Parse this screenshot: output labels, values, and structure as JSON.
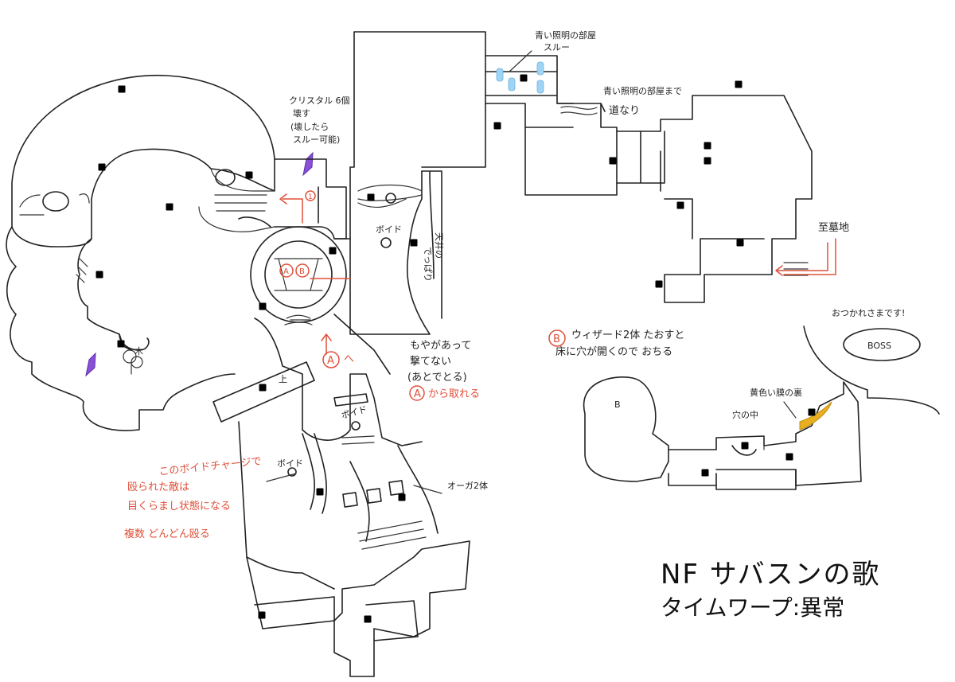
{
  "title": "NF サバスンの歌",
  "subtitle": "タイムワープ:異常",
  "colors": {
    "ink": "#222222",
    "annotation": "#e0503a",
    "marker": "#2a8fe0",
    "crystal": "#8a4fd8",
    "gold": "#e8b020",
    "light": "#9fd4f5"
  },
  "labels": {
    "blue_room": "青い照明の部屋",
    "through": "スルー",
    "follow_road": "青い照明の部屋まで",
    "follow_road2": "道なり",
    "crystal_1": "クリスタル 6個",
    "crystal_2": "壊す",
    "crystal_3": "(壊したら",
    "crystal_4": "スルー可能)",
    "ceiling_1": "天井の",
    "ceiling_2": "でっぱり",
    "void_1": "ボイド",
    "void_2": "ボイド",
    "void_3": "ボイド",
    "tree": "木",
    "up": "上",
    "to_graveyard": "至墓地",
    "mist_1": "もやがあって",
    "mist_2": "撃てない",
    "mist_3": "(あとでとる)",
    "mist_4": "から取れる",
    "mist_a": "A",
    "a_arrow_a": "A",
    "a_arrow_text": "へ",
    "num_1": "1",
    "room_a": "A",
    "room_b": "B",
    "b_note_letter": "B",
    "b_note_1": "ウィザード2体 たおすと",
    "b_note_2": "床に穴が開くので おちる",
    "thanks": "おつかれさまです!",
    "boss": "BOSS",
    "b_area": "B",
    "membrane": "黄色い膜の裏",
    "in_hole": "穴の中",
    "ogre": "オーガ2体",
    "void_note_1": "このボイドチャージで",
    "void_note_2": "殴られた敵は",
    "void_note_3": "目くらまし状態になる",
    "void_note_4": "複数 どんどん殴る"
  }
}
